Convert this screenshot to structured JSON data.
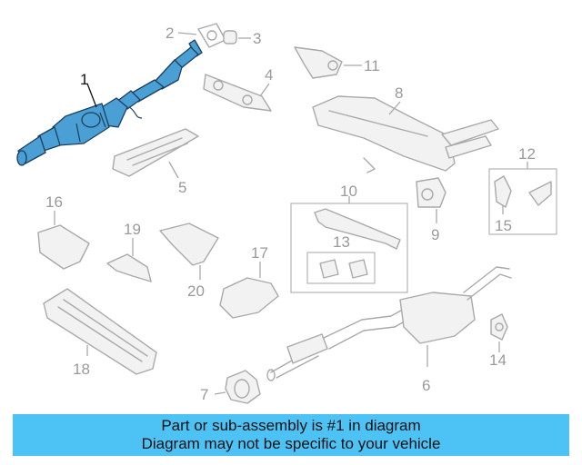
{
  "callouts": {
    "c1": "1",
    "c2": "2",
    "c3": "3",
    "c4": "4",
    "c5": "5",
    "c6": "6",
    "c7": "7",
    "c8": "8",
    "c9": "9",
    "c10": "10",
    "c11": "11",
    "c12": "12",
    "c13": "13",
    "c14": "14",
    "c15": "15",
    "c16": "16",
    "c17": "17",
    "c18": "18",
    "c19": "19",
    "c20": "20"
  },
  "highlighted_part": "1",
  "colors": {
    "highlight_fill": "#4a9fd4",
    "highlight_outline": "#1d3f5c",
    "banner_background": "#4dc3f5",
    "part_outline": "#a9a9a9"
  },
  "banner": {
    "line1": "Part or sub-assembly is #1 in diagram",
    "line2": "Diagram may not be specific to your vehicle"
  }
}
